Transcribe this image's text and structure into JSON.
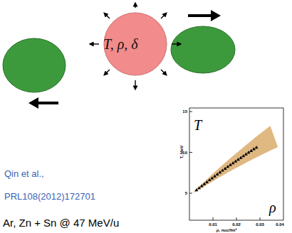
{
  "diagram": {
    "nodes": [
      {
        "text": [
          "T, ρ, δ"
        ]
      }
    ],
    "labels": [
      "Qin et al.,",
      "PRL108(2012)172701",
      "Ar, Zn + Sn @ 47 MeV/u",
      "T",
      "ρ",
      "T, MeV",
      "ρ, nuc/fm³",
      "5",
      "10",
      "15",
      "0.01",
      "0.02",
      "0.03",
      "0.04"
    ]
  }
}
